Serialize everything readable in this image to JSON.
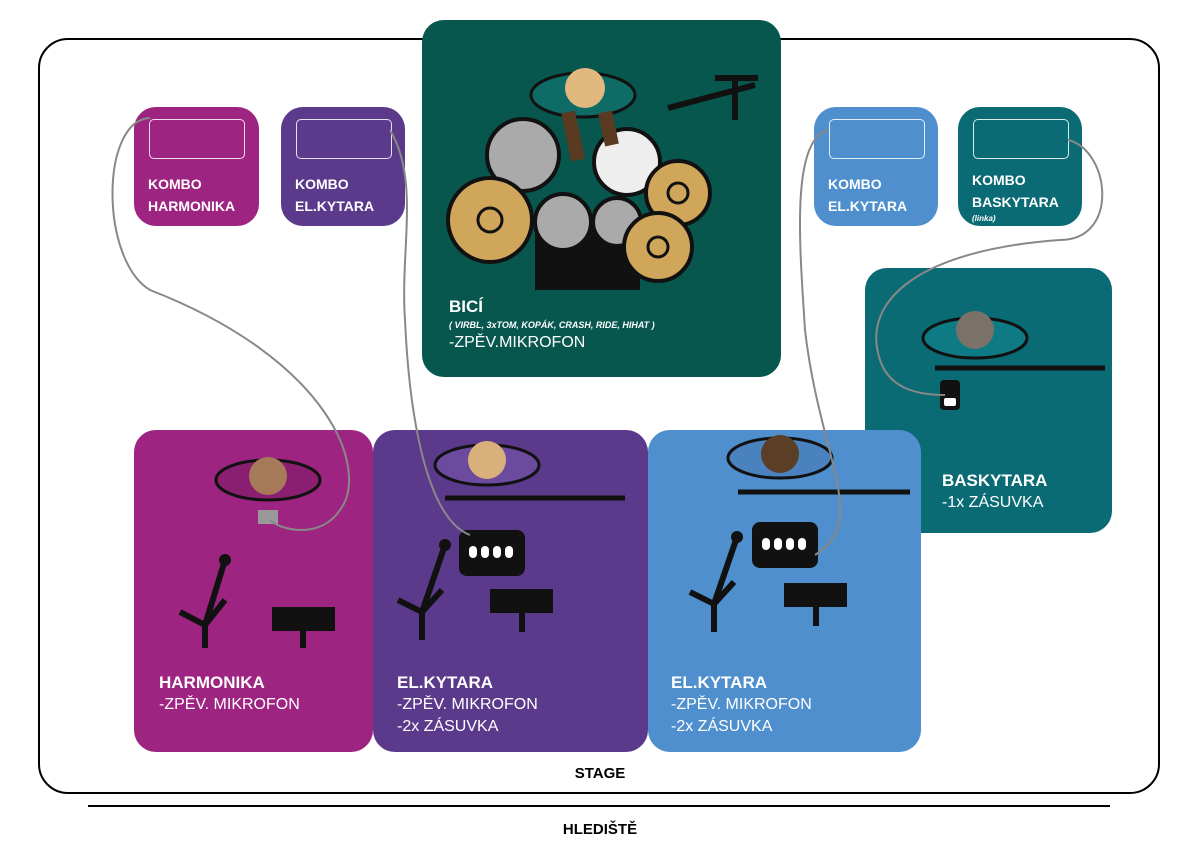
{
  "colors": {
    "harmonika": "#9e2482",
    "purple": "#5b3a8c",
    "blue": "#4f8fcd",
    "bass": "#0b6b74",
    "drums": "#07574f"
  },
  "combos": [
    {
      "line1": "KOMBO",
      "line2": "HARMONIKA"
    },
    {
      "line1": "KOMBO",
      "line2": "EL.KYTARA"
    },
    {
      "line1": "KOMBO",
      "line2": "EL.KYTARA"
    },
    {
      "line1": "KOMBO",
      "line2": "BASKYTARA",
      "note": "(linka)"
    }
  ],
  "drums": {
    "title": "BICÍ",
    "note": "( VIRBL, 3xTOM, KOPÁK, CRASH, RIDE, HIHAT )",
    "line1": "-ZPĚV.MIKROFON"
  },
  "bass": {
    "title": "BASKYTARA",
    "line1": "-1x ZÁSUVKA"
  },
  "harmonika": {
    "title": "HARMONIKA",
    "line1": "-ZPĚV. MIKROFON"
  },
  "guitar1": {
    "title": "EL.KYTARA",
    "line1": "-ZPĚV. MIKROFON",
    "line2": "-2x ZÁSUVKA"
  },
  "guitar2": {
    "title": "EL.KYTARA",
    "line1": "-ZPĚV. MIKROFON",
    "line2": "-2x ZÁSUVKA"
  },
  "stage_label": "STAGE",
  "audience_label": "HLEDIŠTĚ"
}
